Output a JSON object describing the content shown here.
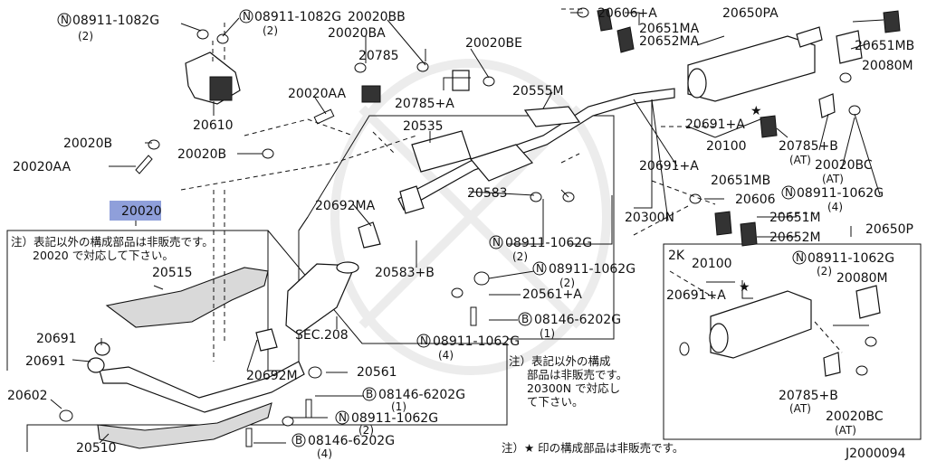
{
  "diagram_code": "J2000094",
  "highlight": {
    "text": "20020",
    "color": "#8f9fda"
  },
  "labels": {
    "n08911_1082g_left": "N",
    "n08911_1082g_left_num": "08911-1082G",
    "n08911_1082g_left_qty": "(2)",
    "n08911_1082g_mid_num": "08911-1082G",
    "n08911_1082g_mid_qty": "(2)",
    "p20020bb": "20020BB",
    "p20020ba": "20020BA",
    "p20785": "20785",
    "p20020be": "20020BE",
    "p20606a": "20606+A",
    "p20650pa": "20650PA",
    "p20651ma": "20651MA",
    "p20652ma": "20652MA",
    "p20651mb_tr": "20651MB",
    "p20080m_tr": "20080M",
    "p20610": "20610",
    "p20020aa_u": "20020AA",
    "p20785a": "20785+A",
    "p20555m": "20555M",
    "p20535": "20535",
    "p20691a_1": "20691+A",
    "p20100": "20100",
    "p20785b": "20785+B",
    "p20785b_at": "(AT)",
    "p20020b_left": "20020B",
    "p20020aa_left": "20020AA",
    "p20020b_mid": "20020B",
    "p20651mb": "20651MB",
    "p20020bc": "20020BC",
    "p20020bc_at": "(AT)",
    "p20691a_2": "20691+A",
    "n_right_num": "08911-1062G",
    "n_right_qty": "(4)",
    "p20583": "20583",
    "p20606": "20606",
    "p20300n": "20300N",
    "p20651m": "20651M",
    "p20650p": "20650P",
    "p20652m": "20652M",
    "p20692ma": "20692MA",
    "n_c1_num": "08911-1062G",
    "n_c1_qty": "(2)",
    "p20583b": "20583+B",
    "n_c2_num": "08911-1062G",
    "n_c2_qty": "(2)",
    "p20515": "20515",
    "p20561a": "20561+A",
    "b_c1_num": "08146-6202G",
    "b_c1_qty": "(1)",
    "sec208": "SEC.208",
    "n_c3_num": "08911-1062G",
    "n_c3_qty": "(4)",
    "p20691_a": "20691",
    "p20691_b": "20691",
    "p20692m": "20692M",
    "p20561": "20561",
    "p20602": "20602",
    "b_c2_num": "08146-6202G",
    "b_c2_qty": "(1)",
    "n_c4_num": "08911-1062G",
    "n_c4_qty": "(2)",
    "p20510": "20510",
    "b_c3_num": "08146-6202G",
    "b_c3_qty": "(4)",
    "k2_title": "2K",
    "k2_20100": "20100",
    "k2_n_num": "08911-1062G",
    "k2_n_qty": "(2)",
    "k2_20080m": "20080M",
    "k2_20691a": "20691+A",
    "k2_20785b": "20785+B",
    "k2_20785b_at": "(AT)",
    "k2_20020bc": "20020BC",
    "k2_20020bc_at": "(AT)"
  },
  "notes": {
    "left_line1": "注）表記以外の構成部品は非販売です。",
    "left_line2": "20020 で対応して下さい。",
    "mid_line1": "注）表記以外の構成",
    "mid_line2": "部品は非販売です。",
    "mid_line3": "20300N で対応し",
    "mid_line4": "て下さい。",
    "bottom": "注）★ 印の構成部品は非販売です。"
  },
  "symbols": {
    "nut_prefix": "N",
    "bolt_prefix": "B",
    "star": "★"
  }
}
